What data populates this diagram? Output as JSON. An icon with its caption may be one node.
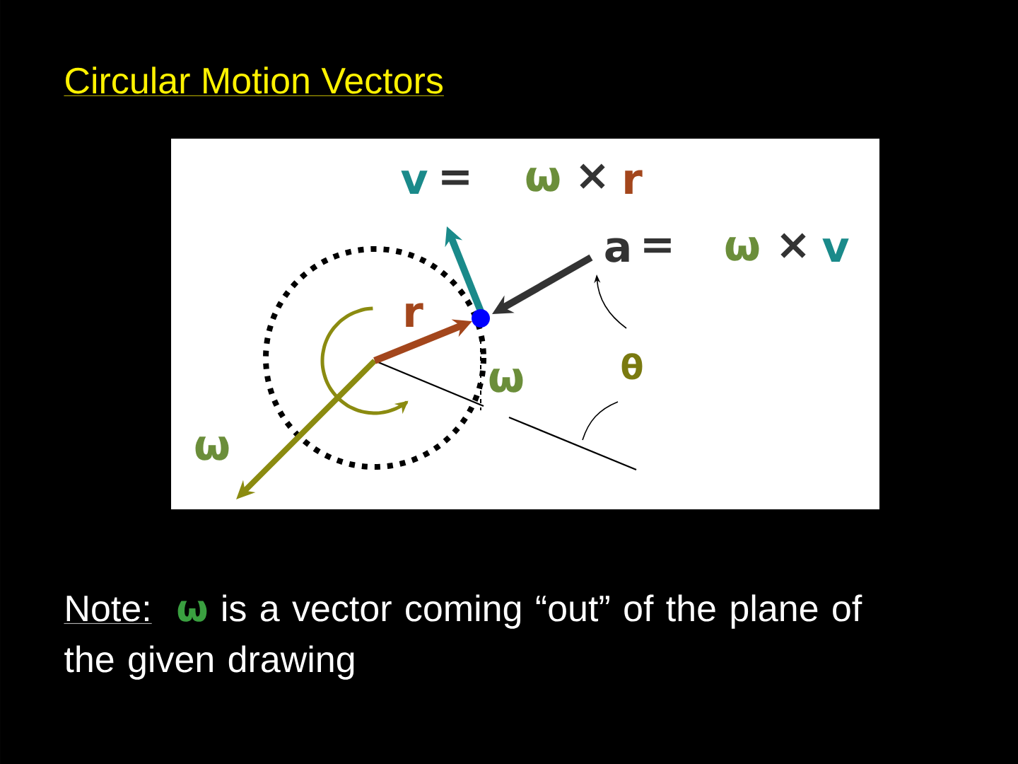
{
  "diagram": {
    "title": "Circular Motion Vectors",
    "labels": [
      "v",
      "=",
      "ω",
      "×",
      "r",
      "a",
      "=",
      "ω",
      "×",
      "v",
      "r",
      "ω",
      "θ",
      "ω",
      "Note:",
      "ω",
      "is a vector coming “out” of the plane of the given drawing"
    ]
  }
}
